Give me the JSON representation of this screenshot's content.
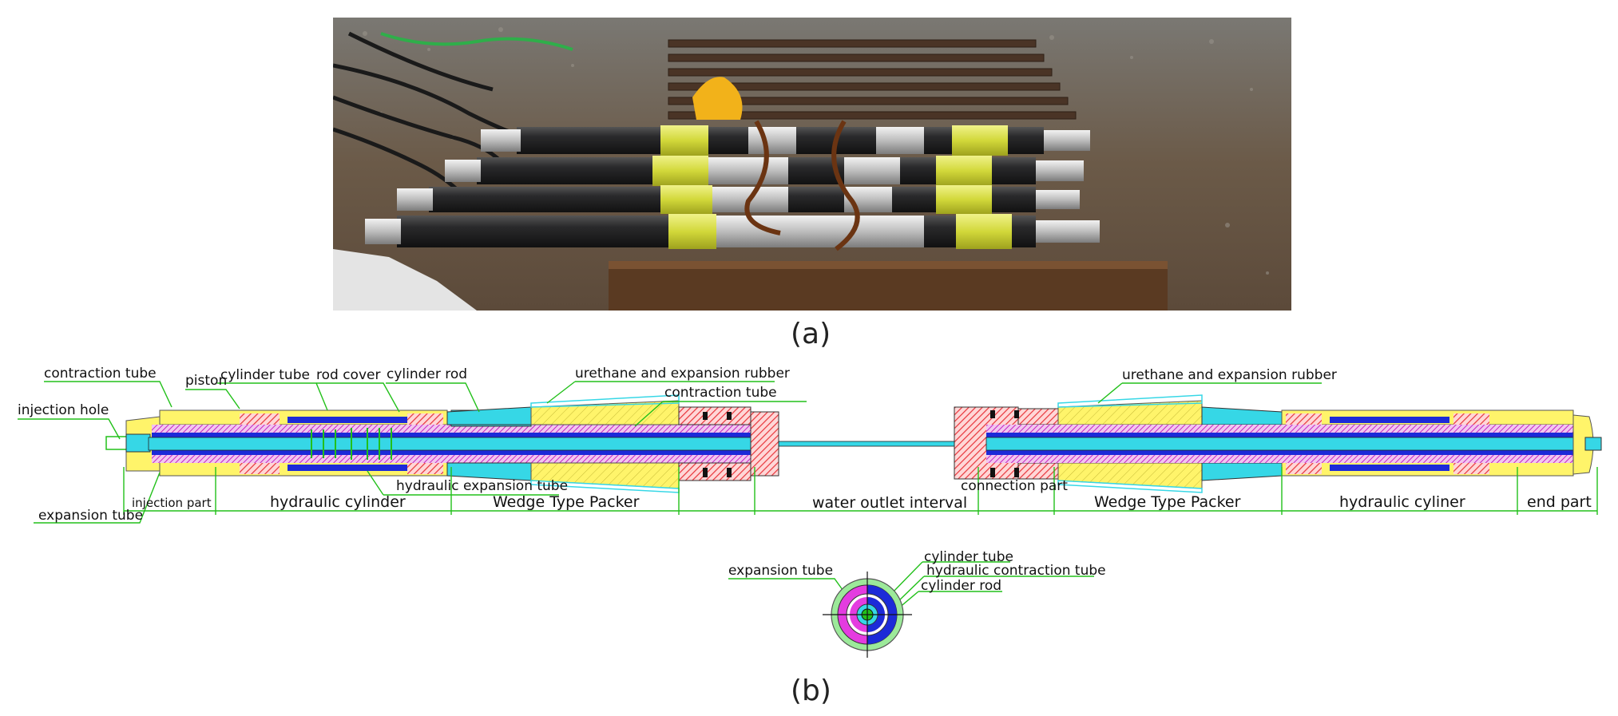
{
  "captions": {
    "a": "(a)",
    "b": "(b)"
  },
  "photo": {
    "alt": "photograph of four packer assemblies on a wooden pallet"
  },
  "labels": {
    "contraction_tube": "contraction tube",
    "piston": "piston",
    "cylinder_tube": "cylinder tube",
    "rod_cover": "rod cover",
    "cylinder_rod": "cylinder rod",
    "urethane_left": "urethane and expansion rubber",
    "contraction_tube_2": "contraction tube",
    "urethane_right": "urethane and expansion rubber",
    "injection_hole": "injection hole",
    "hydraulic_expansion_tube": "hydraulic expansion tube",
    "connection_part": "connection part",
    "expansion_tube": "expansion tube",
    "injection_part": "injection part",
    "hydraulic_cylinder": "hydraulic cylinder",
    "wedge_left": "Wedge Type Packer",
    "water_outlet": "water outlet interval",
    "wedge_right": "Wedge Type Packer",
    "hydraulic_cyliner": "hydraulic cyliner",
    "end_part": "end part",
    "section_expansion_tube": "expansion tube",
    "section_cylinder_tube": "cylinder tube",
    "section_hydraulic_contraction_tube": "hydraulic contraction tube",
    "section_cylinder_rod": "cylinder rod"
  },
  "colors": {
    "leader": "#22c01a",
    "steel_blue": "#1c2ad8",
    "cyan": "#36d7e6",
    "yellow": "#fff46a",
    "red_hatch": "#e8343a",
    "magenta": "#e43ce0"
  }
}
